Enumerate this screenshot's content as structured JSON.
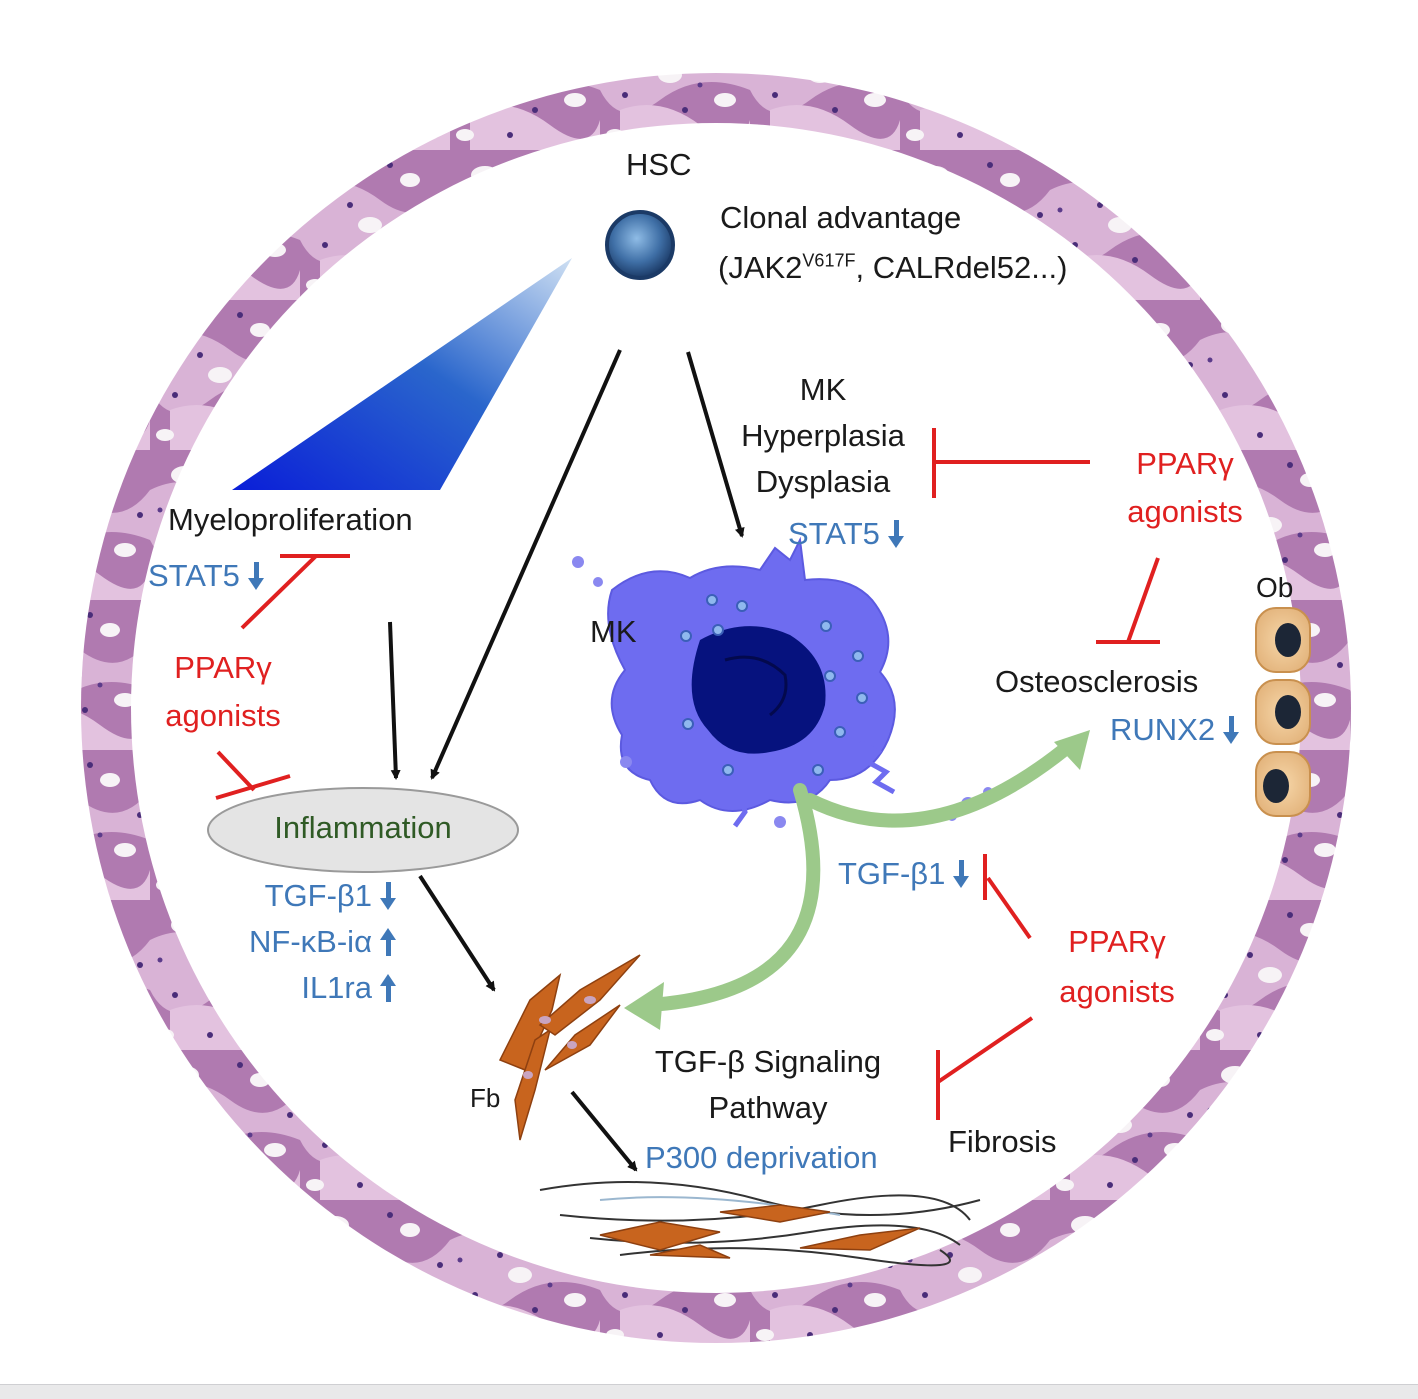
{
  "hsc": {
    "label": "HSC"
  },
  "clonal": {
    "line1": "Clonal advantage",
    "jak2": "(JAK2",
    "jak2_sup": "V617F",
    "rest": ", CALRdel52...)"
  },
  "mk_top": {
    "mk": "MK",
    "hyperplasia": "Hyperplasia",
    "dysplasia": "Dysplasia",
    "stat5": "STAT5"
  },
  "mk_cell": {
    "label": "MK"
  },
  "myelo": {
    "label": "Myeloproliferation",
    "stat5": "STAT5"
  },
  "ppar_agonists": {
    "left": {
      "line1": "PPARγ",
      "line2": "agonists"
    },
    "top_right": {
      "line1": "PPARγ",
      "line2": "agonists"
    },
    "lower_right": {
      "line1": "PPARγ",
      "line2": "agonists"
    }
  },
  "inflammation": {
    "label": "Inflammation",
    "markers": [
      {
        "text": "TGF-β1",
        "direction": "down"
      },
      {
        "text": "NF-κB-iα",
        "direction": "up"
      },
      {
        "text": "IL1ra",
        "direction": "up"
      }
    ]
  },
  "osteo": {
    "label": "Osteosclerosis",
    "runx2": "RUNX2",
    "ob": "Ob"
  },
  "tgf_right": {
    "label": "TGF-β1"
  },
  "fibro": {
    "fb": "Fb",
    "tgf_line1": "TGF-β Signaling",
    "tgf_line2": "Pathway",
    "p300": "P300 deprivation",
    "fibrosis": "Fibrosis"
  },
  "colors": {
    "red": "#e02020",
    "blue": "#3f78b8",
    "mk_purple": "#6e6cf0",
    "mk_nucleus": "#06127e",
    "green": "#9cc98a",
    "fibroblast": "#c8641e"
  }
}
